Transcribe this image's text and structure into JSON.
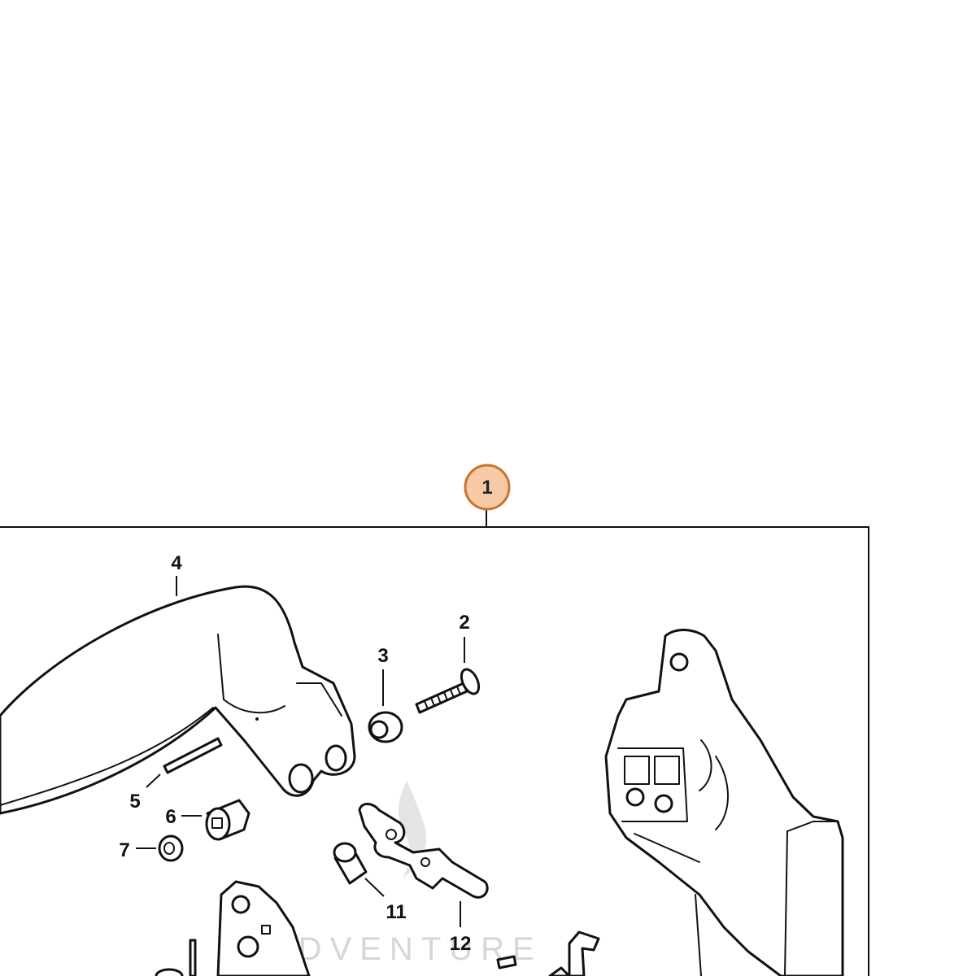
{
  "diagram": {
    "assembly_callout": "1",
    "callouts": {
      "c2": "2",
      "c3": "3",
      "c4": "4",
      "c5": "5",
      "c6": "6",
      "c7": "7",
      "c11": "11",
      "c12": "12"
    },
    "watermark": "ADVENTURE",
    "colors": {
      "badge_fill": "#f7c9a5",
      "badge_stroke": "#c9752d",
      "line": "#111111",
      "watermark": "#d6d6d6"
    }
  }
}
